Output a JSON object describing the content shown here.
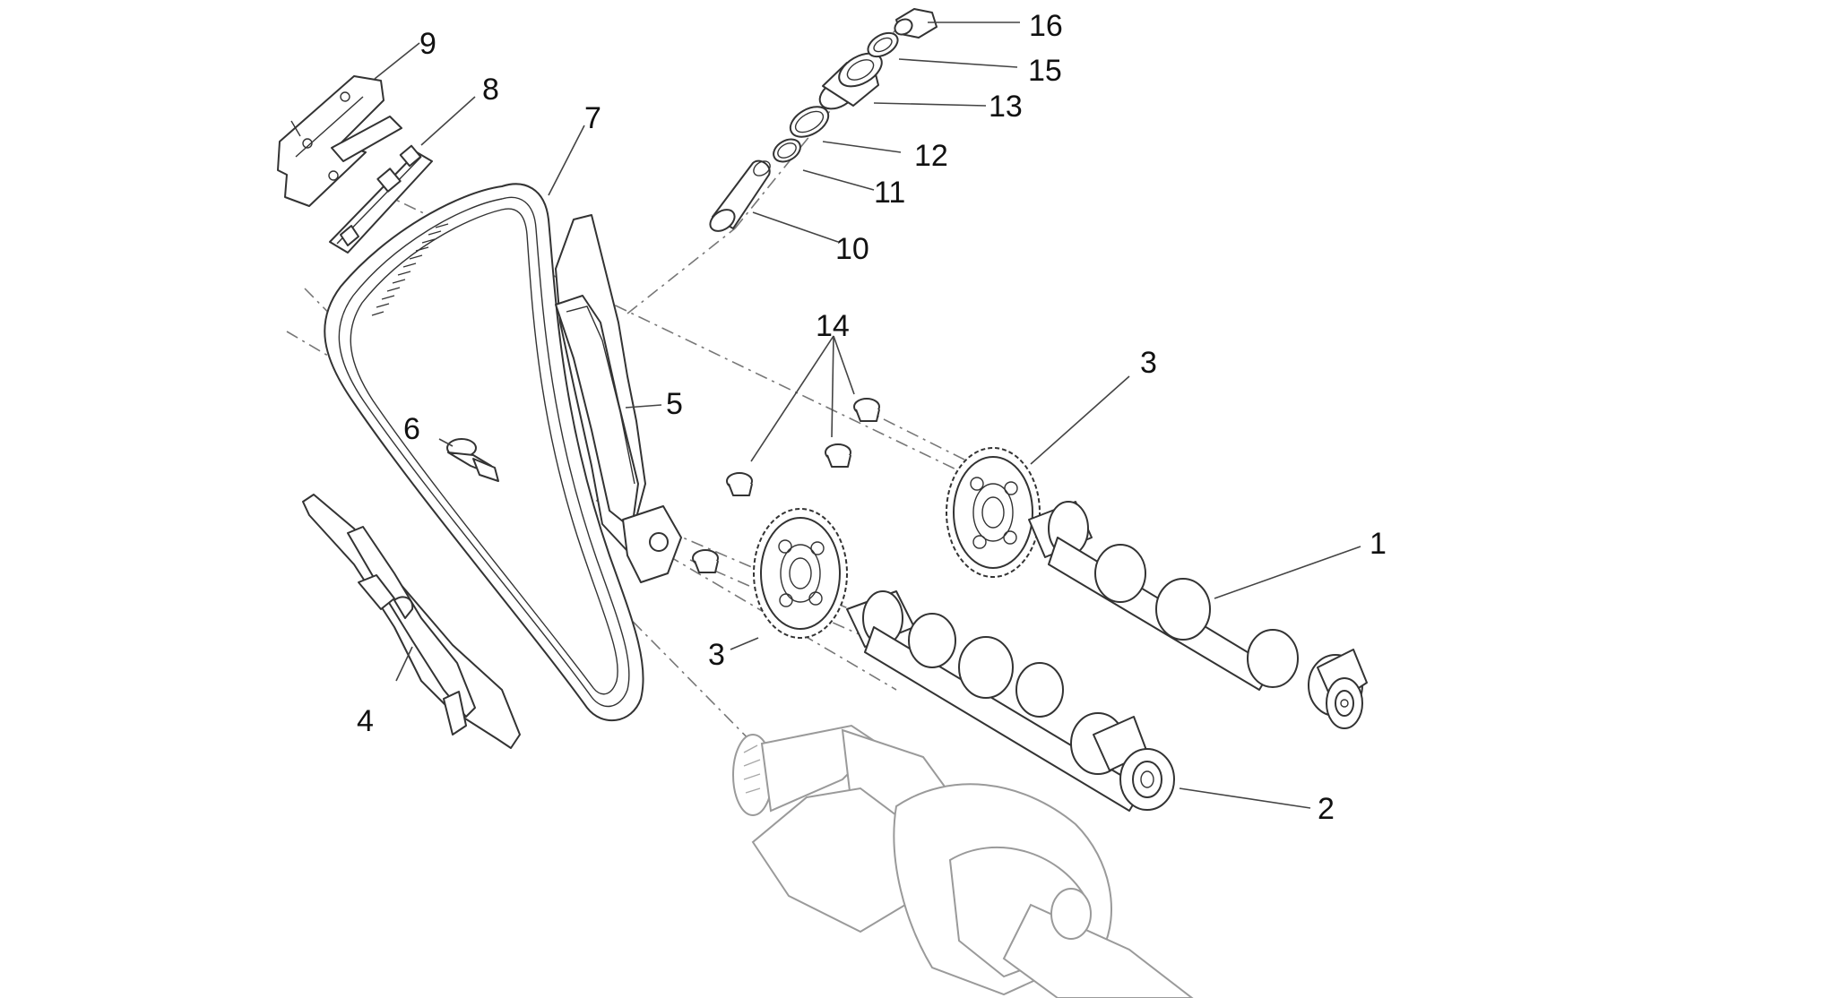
{
  "diagram": {
    "labels": {
      "l1": "1",
      "l2": "2",
      "l3a": "3",
      "l3b": "3",
      "l4": "4",
      "l5": "5",
      "l6": "6",
      "l7": "7",
      "l8": "8",
      "l9": "9",
      "l10": "10",
      "l11": "11",
      "l12": "12",
      "l13": "13",
      "l14": "14",
      "l15": "15",
      "l16": "16"
    }
  }
}
